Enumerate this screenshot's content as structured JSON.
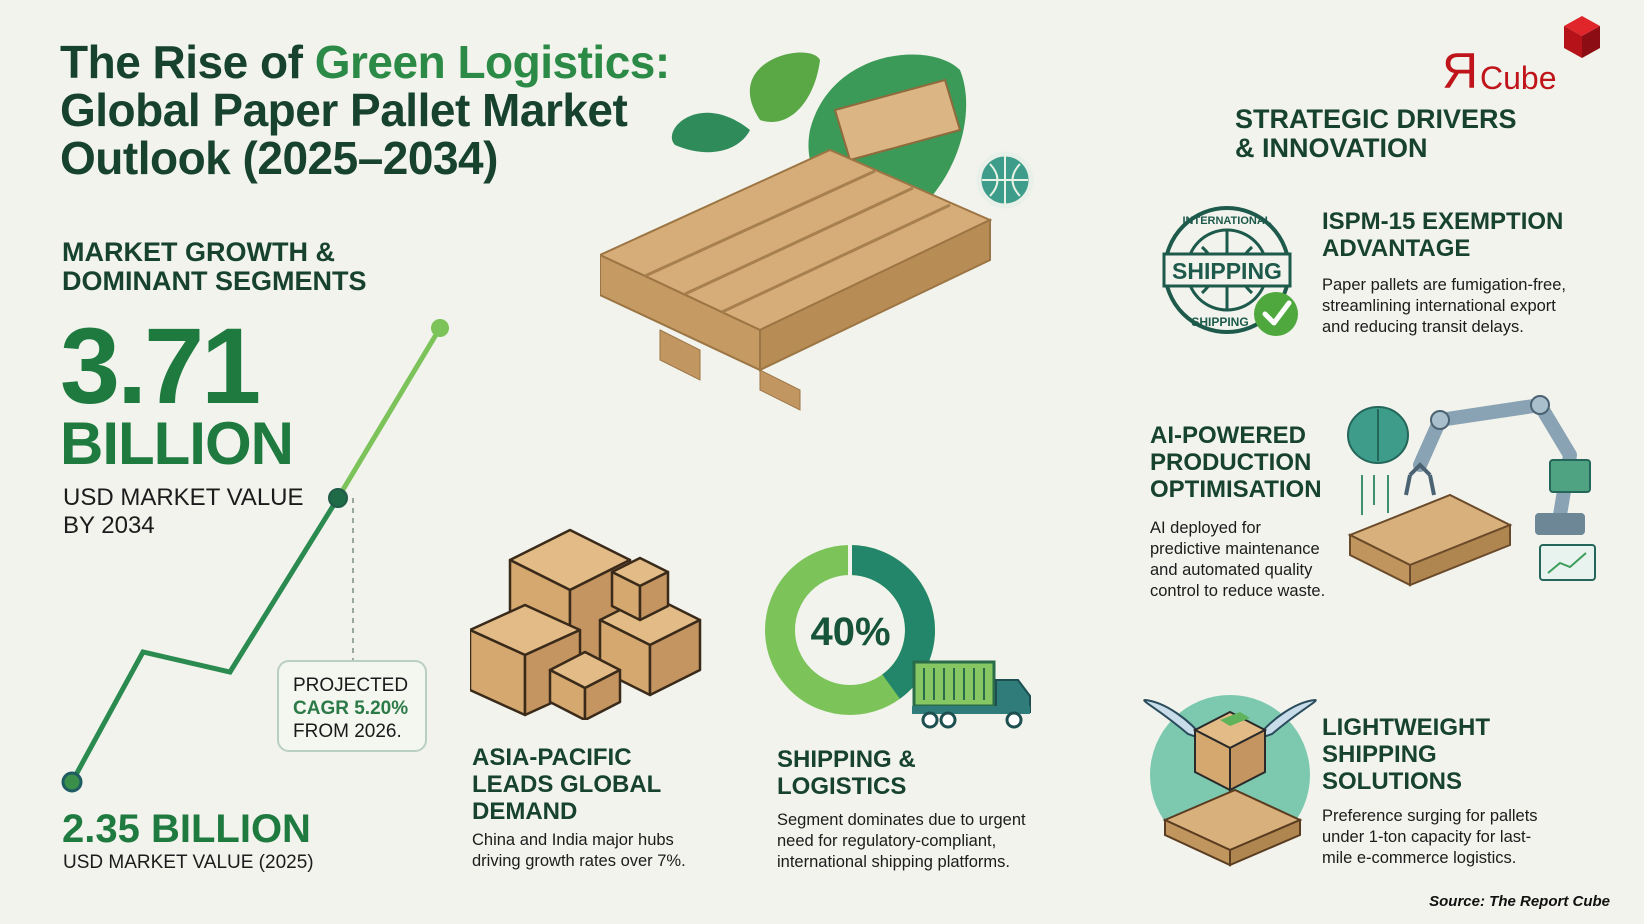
{
  "header": {
    "title_part1": "The Rise of ",
    "title_accent": "Green Logistics:",
    "title_line2": "Global Paper Pallet Market",
    "title_line3": "Outlook (2025–2034)"
  },
  "logo": {
    "mark": "Я",
    "text": "Cube",
    "color": "#c0141b"
  },
  "market_growth": {
    "heading_line1": "MARKET GROWTH &",
    "heading_line2": "DOMINANT SEGMENTS",
    "value_2034": "3.71",
    "value_2034_unit": "BILLION",
    "value_2034_label_line1": "USD MARKET VALUE",
    "value_2034_label_line2": "BY 2034",
    "value_2025": "2.35 BILLION",
    "value_2025_label": "USD MARKET VALUE (2025)",
    "cagr_line1": "PROJECTED",
    "cagr_line2": "CAGR 5.20%",
    "cagr_line3": "FROM 2026."
  },
  "segments": {
    "asia_pacific": {
      "heading_line1": "ASIA-PACIFIC",
      "heading_line2": "LEADS GLOBAL",
      "heading_line3": "DEMAND",
      "text_line1": "China and India major hubs",
      "text_line2": "driving growth rates over 7%."
    },
    "shipping": {
      "percent": "40%",
      "heading_line1": "SHIPPING &",
      "heading_line2": "LOGISTICS",
      "text_line1": "Segment dominates due to urgent",
      "text_line2": "need for regulatory-compliant,",
      "text_line3": "international shipping platforms."
    }
  },
  "drivers": {
    "heading_line1": "STRATEGIC DRIVERS",
    "heading_line2": "& INNOVATION",
    "items": [
      {
        "icon": "international-shipping-stamp-icon",
        "stamp_top": "INTERNATIONAL",
        "stamp_mid": "SHIPPING",
        "stamp_bottom": "SHIPPING",
        "heading_line1": "ISPM-15 EXEMPTION",
        "heading_line2": "ADVANTAGE",
        "text_line1": "Paper pallets are fumigation-free,",
        "text_line2": "streamlining international export",
        "text_line3": "and reducing transit delays."
      },
      {
        "icon": "robot-arm-ai-icon",
        "heading_line1": "AI-POWERED",
        "heading_line2": "PRODUCTION",
        "heading_line3": "OPTIMISATION",
        "text_line1": "AI deployed for",
        "text_line2": "predictive maintenance",
        "text_line3": "and automated quality",
        "text_line4": "control to reduce waste."
      },
      {
        "icon": "winged-box-icon",
        "heading_line1": "LIGHTWEIGHT",
        "heading_line2": "SHIPPING",
        "heading_line3": "SOLUTIONS",
        "text_line1": "Preference surging for pallets",
        "text_line2": "under 1-ton capacity for last-",
        "text_line3": "mile e-commerce logistics."
      }
    ]
  },
  "footer": {
    "source": "Source: The Report Cube"
  },
  "colors": {
    "background": "#f1f3ec",
    "heading": "#17432c",
    "accent_green": "#2b8a45",
    "value_green": "#1f7a40",
    "light_green": "#7cc35a",
    "cardboard": "#d8b07c",
    "logo_red": "#c0141b"
  },
  "chart_data": {
    "type": "line",
    "title": "Global Paper Pallet Market Value",
    "x": [
      "2025",
      "",
      "",
      "2034"
    ],
    "series": [
      {
        "name": "Market value (USD billion)",
        "points_labeled": [
          {
            "x": "2025",
            "y": 2.35
          },
          {
            "x": "2034",
            "y": 3.71
          }
        ]
      }
    ],
    "annotations": [
      "PROJECTED CAGR 5.20% FROM 2026."
    ],
    "ylabel": "USD billion",
    "grid": false
  }
}
